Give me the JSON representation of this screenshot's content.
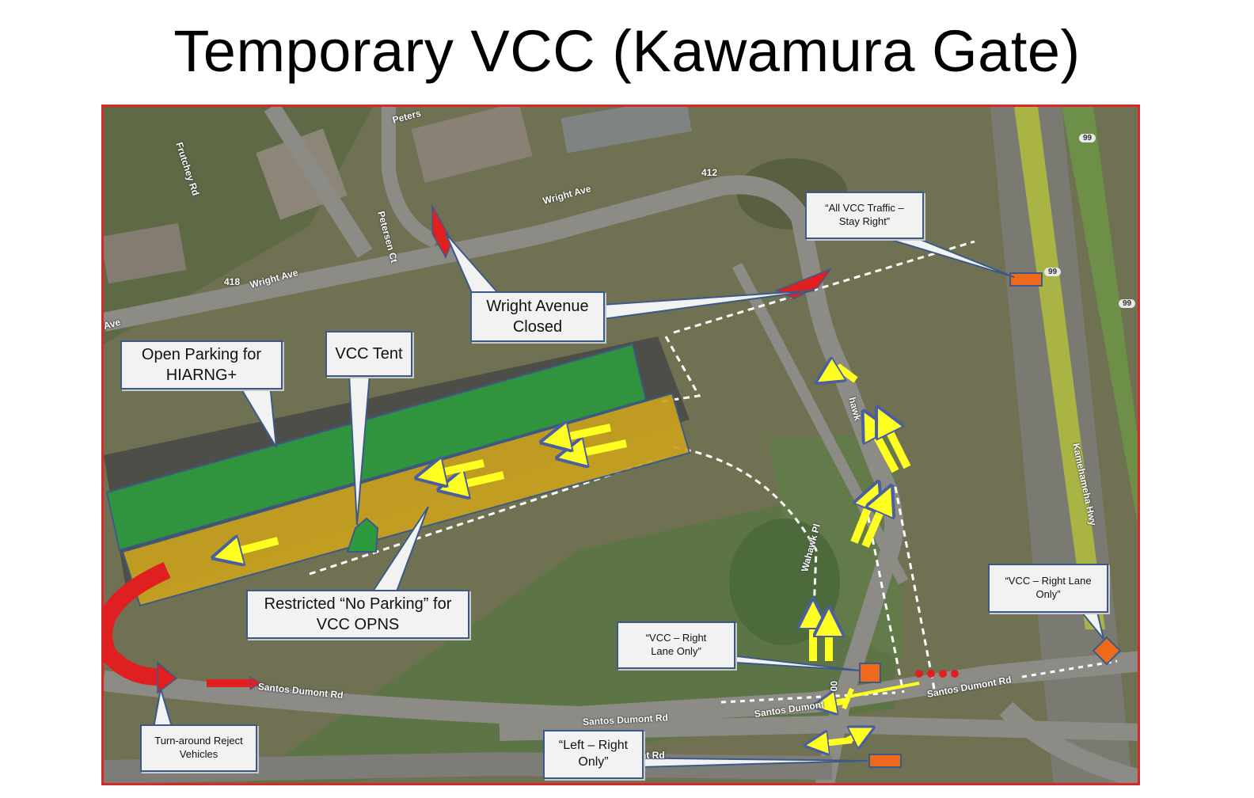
{
  "title": "Temporary VCC (Kawamura Gate)",
  "colors": {
    "frame": "#d42a2a",
    "open_parking": "#2e9a3e",
    "restricted_zone": "#c9a21f",
    "arrow_yellow": "#ffff22",
    "arrow_red": "#e02020",
    "sign_orange": "#ee6a1a",
    "callout_border": "#3c5a88"
  },
  "roads": {
    "wright_ave_top": "Wright Ave",
    "wright_ave_left": "Wright Ave",
    "ave_edge": "Ave",
    "petersen_top": "Peters",
    "petersen_ct": "Petersen Ct",
    "frutchey": "Frutchey Rd",
    "wahawk_pl": "Wahawk Pl",
    "hawk": "hawk",
    "kamehameha": "Kamehameha Hwy",
    "santos_left": "Santos Dumont Rd",
    "santos_mid": "Santos Dumont Rd",
    "santos_center": "Santos Dumont",
    "santos_right": "Santos Dumont Rd",
    "mont_rd": "mont Rd",
    "road_num_412": "412",
    "road_num_418": "418",
    "road_num_00": "00",
    "hwy_99_a": "99",
    "hwy_99_b": "99",
    "hwy_99_c": "99"
  },
  "callouts": {
    "wright_closed": "Wright Avenue\nClosed",
    "open_parking": "Open Parking for\nHIARNG+",
    "vcc_tent": "VCC Tent",
    "restricted": "Restricted “No Parking” for\nVCC OPNS",
    "stay_right": "“All VCC Traffic –\nStay Right”",
    "right_lane_east": "“VCC – Right Lane\nOnly”",
    "right_lane_center": "“VCC – Right\nLane Only”",
    "turnaround": "Turn-around Reject\nVehicles",
    "left_right": "“Left – Right\nOnly”"
  }
}
